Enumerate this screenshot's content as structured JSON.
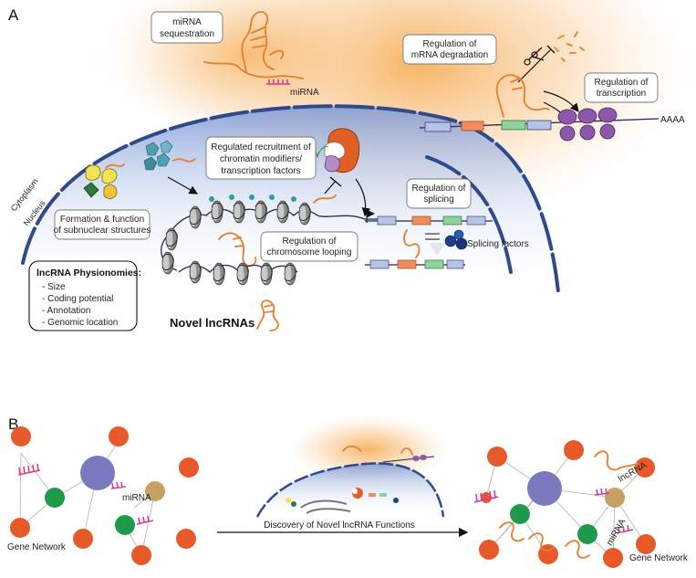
{
  "panel_a": {
    "letter": "A",
    "labels": {
      "mirna_sequestration_1": "miRNA",
      "mirna_sequestration_2": "sequestration",
      "mirna": "miRNA",
      "mrna_degradation_1": "Regulation of",
      "mrna_degradation_2": "mRNA degradation",
      "transcription_1": "Regulation of",
      "transcription_2": "transcription",
      "poly_a": "AAAA",
      "recruitment_1": "Regulated recruitment of",
      "recruitment_2": "chromatin modifiers/",
      "recruitment_3": "transcription factors",
      "splicing_1": "Regulation of",
      "splicing_2": "splicing",
      "splicing_factors": "Splicing factors",
      "subnuclear_1": "Formation & function",
      "subnuclear_2": "of subnuclear structures",
      "looping_1": "Regulation of",
      "looping_2": "chromosome looping",
      "cytoplasm": "Cytoplasm",
      "nucleus": "Nucleus"
    },
    "physionomies": {
      "title": "lncRNA Physionomies:",
      "items": [
        "- Size",
        "- Coding potential",
        "- Annotation",
        "- Genomic location"
      ]
    },
    "novel": "Novel lncRNAs"
  },
  "panel_b": {
    "letter": "B",
    "left_mirna": "miRNA",
    "left_network": "Gene Network",
    "arrow_label": "Discovery of Novel lncRNA Functions",
    "right_lncrna": "lncRNA",
    "right_mirna": "miRNA",
    "right_network": "Gene Network"
  },
  "colors": {
    "orange_node": "#e8592a",
    "purple_node": "#7b79be",
    "green_node": "#1f9a4a",
    "tan_node": "#c8a063",
    "membrane": "#2f4a8c",
    "lncrna": "#e87d2a",
    "mirna": "#d93d8f"
  }
}
